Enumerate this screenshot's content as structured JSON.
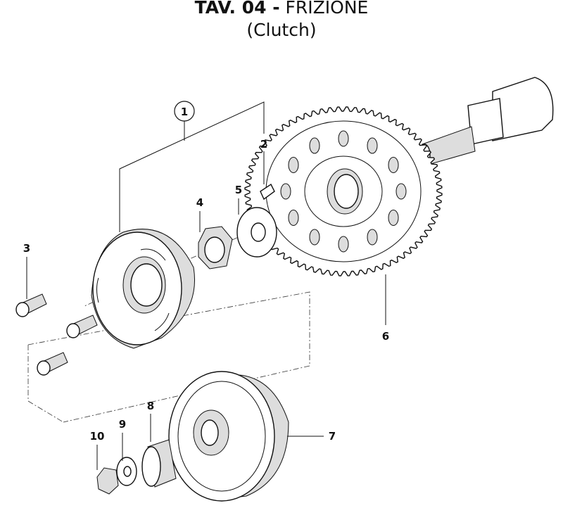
{
  "title": {
    "code": "TAV. 04 -",
    "name": "FRIZIONE"
  },
  "subtitle": "(Clutch)",
  "callouts": [
    {
      "number": "1",
      "part": "clutch-assembly"
    },
    {
      "number": "2",
      "part": "pin"
    },
    {
      "number": "3",
      "part": "screw"
    },
    {
      "number": "4",
      "part": "nut"
    },
    {
      "number": "5",
      "part": "washer"
    },
    {
      "number": "6",
      "part": "gear-wheel"
    },
    {
      "number": "7",
      "part": "clutch-drum"
    },
    {
      "number": "8",
      "part": "needle-bearing"
    },
    {
      "number": "9",
      "part": "washer"
    },
    {
      "number": "10",
      "part": "nut"
    }
  ]
}
